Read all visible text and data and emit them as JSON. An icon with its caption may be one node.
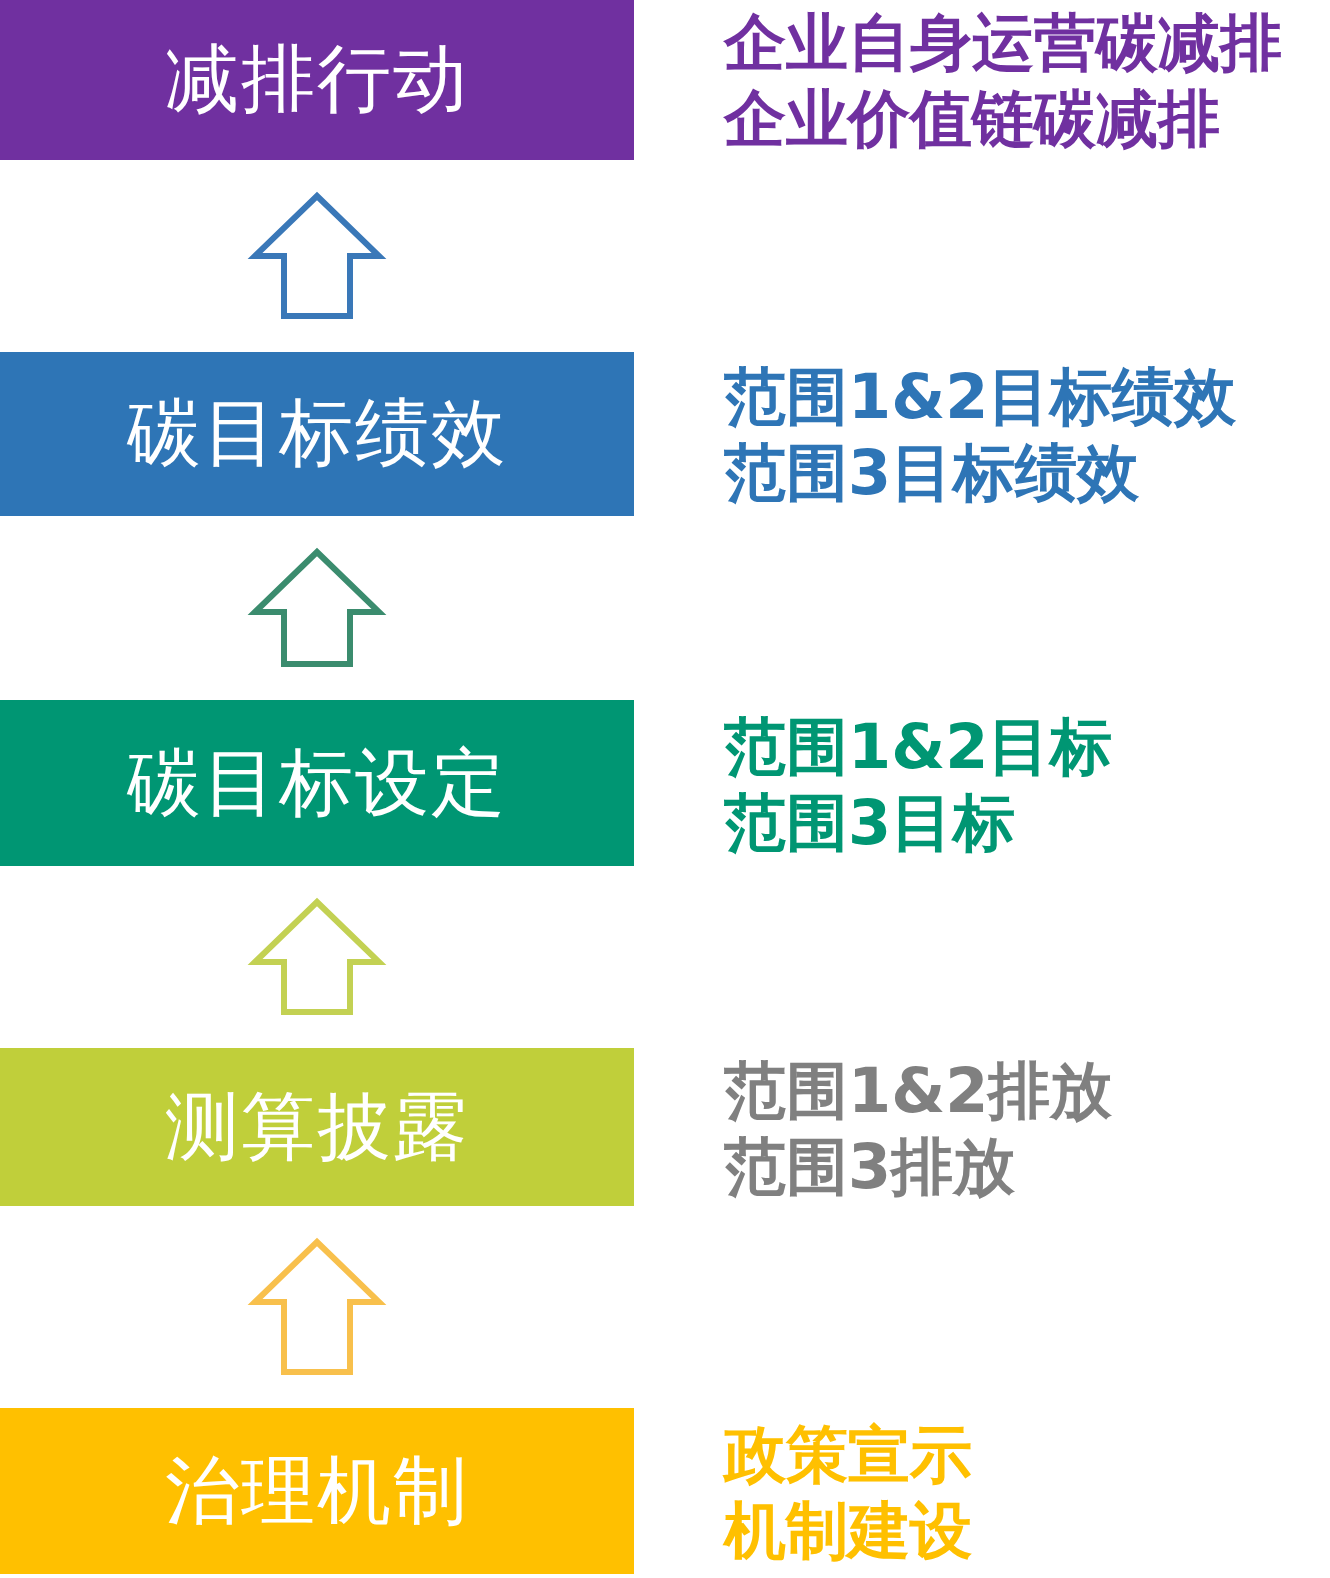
{
  "diagram": {
    "nodes": [
      {
        "text": [
          "减排行动"
        ],
        "beside": [
          "企业自身运营碳减排",
          "企业价值链碳减排"
        ]
      },
      {
        "text": [
          "碳目标绩效"
        ],
        "beside": [
          "范围1&2目标绩效",
          "范围3目标绩效"
        ]
      },
      {
        "text": [
          "碳目标设定"
        ],
        "beside": [
          "范围1&2目标",
          "范围3目标"
        ]
      },
      {
        "text": [
          "测算披露"
        ],
        "beside": [
          "范围1&2排放",
          "范围3排放"
        ]
      },
      {
        "text": [
          "治理机制"
        ],
        "beside": [
          "政策宣示",
          "机制建设"
        ]
      }
    ],
    "edges": [
      {
        "from": 1,
        "to": 0,
        "arrow": "to",
        "color": "#3a78b8"
      },
      {
        "from": 2,
        "to": 1,
        "arrow": "to",
        "color": "#3b8c6e"
      },
      {
        "from": 3,
        "to": 2,
        "arrow": "to",
        "color": "#c3d153"
      },
      {
        "from": 4,
        "to": 3,
        "arrow": "to",
        "color": "#f8c04c"
      }
    ]
  }
}
